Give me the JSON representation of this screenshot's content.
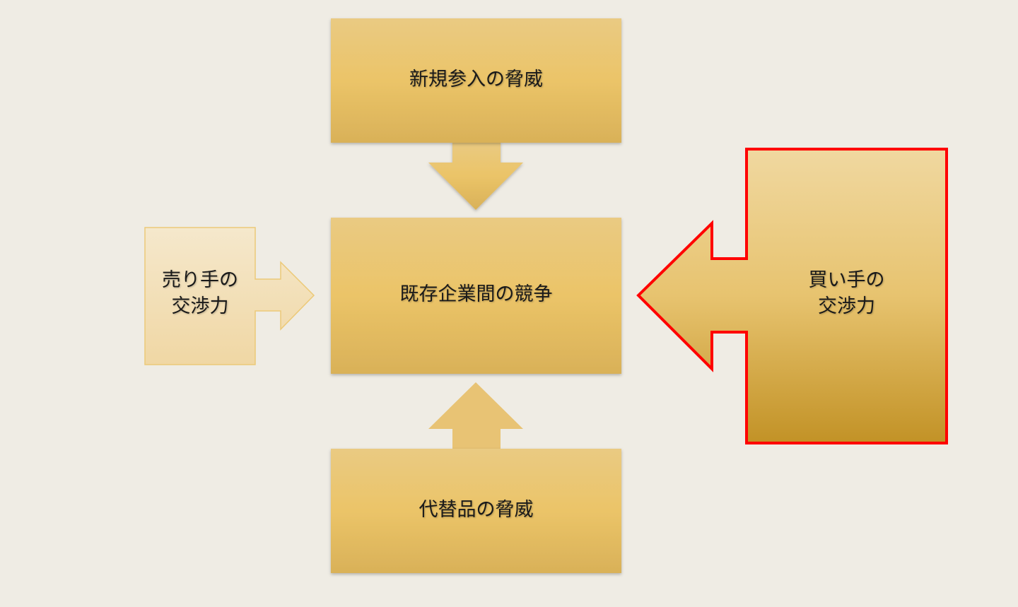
{
  "diagram": {
    "top": {
      "label": "新規参入の脅威"
    },
    "center": {
      "label": "既存企業間の競争"
    },
    "bottom": {
      "label": "代替品の脅威"
    },
    "left": {
      "line1": "売り手の",
      "line2": "交渉力"
    },
    "right": {
      "line1": "買い手の",
      "line2": "交渉力"
    }
  },
  "colors": {
    "background": "#efece4",
    "gold_light": "#ecc978",
    "gold_dark": "#d9b056",
    "highlight_border": "#ff0000"
  }
}
